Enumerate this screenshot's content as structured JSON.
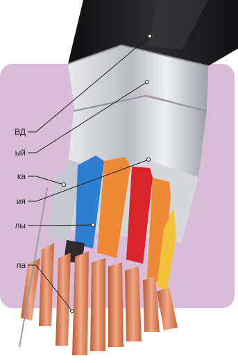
{
  "labels": [
    {
      "id": "sheath",
      "text": "ВД"
    },
    {
      "id": "armor",
      "text": "ый"
    },
    {
      "id": "screen",
      "text": "ка"
    },
    {
      "id": "filler",
      "text": "ия"
    },
    {
      "id": "insulation",
      "text": "лы"
    },
    {
      "id": "conductor",
      "text": "ла"
    }
  ],
  "colors": {
    "panel": "#d9bcd8",
    "sheath": "#1b1a1c",
    "metal_band": "#c9cbcf",
    "core_blue": "#2e7fd1",
    "core_red": "#d8242a",
    "core_orange": "#ee8a35",
    "copper": "#d9805a",
    "leader": "#1a1a1a"
  }
}
